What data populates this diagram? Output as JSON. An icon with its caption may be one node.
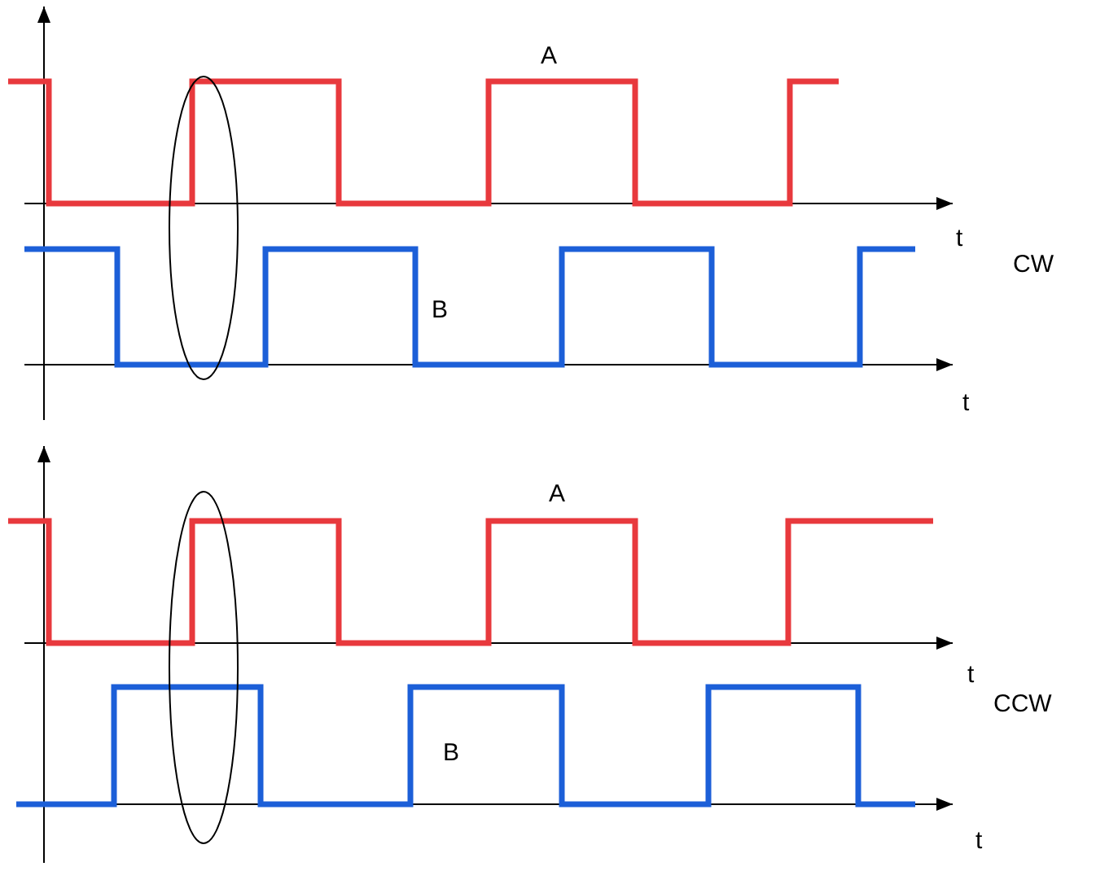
{
  "diagram": {
    "labels": [
      "A",
      "t",
      "CW",
      "B",
      "t",
      "A",
      "t",
      "CCW",
      "B",
      "t"
    ]
  }
}
